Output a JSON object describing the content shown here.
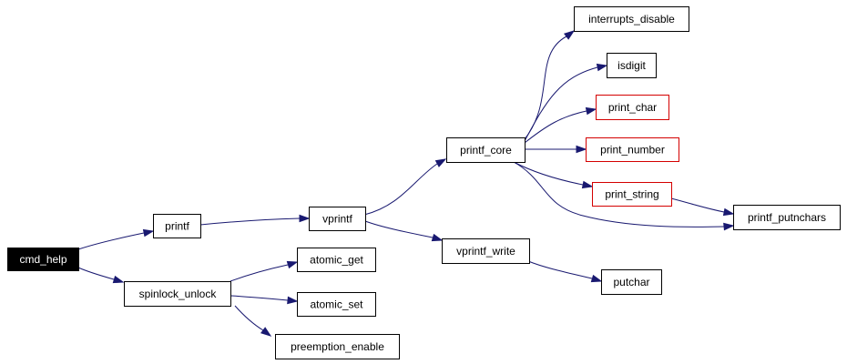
{
  "graph": {
    "edge_color": "#191970",
    "border_color": "#000000",
    "highlight_border_color": "#d40000",
    "nodes": [
      {
        "id": "cmd_help",
        "label": "cmd_help",
        "style": "root"
      },
      {
        "id": "printf",
        "label": "printf",
        "style": "normal"
      },
      {
        "id": "spinlock_unlock",
        "label": "spinlock_unlock",
        "style": "normal"
      },
      {
        "id": "vprintf",
        "label": "vprintf",
        "style": "normal"
      },
      {
        "id": "atomic_get",
        "label": "atomic_get",
        "style": "normal"
      },
      {
        "id": "atomic_set",
        "label": "atomic_set",
        "style": "normal"
      },
      {
        "id": "preemption_enable",
        "label": "preemption_enable",
        "style": "normal"
      },
      {
        "id": "printf_core",
        "label": "printf_core",
        "style": "normal"
      },
      {
        "id": "vprintf_write",
        "label": "vprintf_write",
        "style": "normal"
      },
      {
        "id": "interrupts_disable",
        "label": "interrupts_disable",
        "style": "normal"
      },
      {
        "id": "isdigit",
        "label": "isdigit",
        "style": "normal"
      },
      {
        "id": "print_char",
        "label": "print_char",
        "style": "red"
      },
      {
        "id": "print_number",
        "label": "print_number",
        "style": "red"
      },
      {
        "id": "print_string",
        "label": "print_string",
        "style": "red"
      },
      {
        "id": "printf_putnchars",
        "label": "printf_putnchars",
        "style": "normal"
      },
      {
        "id": "putchar",
        "label": "putchar",
        "style": "normal"
      }
    ],
    "edges": [
      {
        "from": "cmd_help",
        "to": "printf"
      },
      {
        "from": "cmd_help",
        "to": "spinlock_unlock"
      },
      {
        "from": "printf",
        "to": "vprintf"
      },
      {
        "from": "spinlock_unlock",
        "to": "atomic_get"
      },
      {
        "from": "spinlock_unlock",
        "to": "atomic_set"
      },
      {
        "from": "spinlock_unlock",
        "to": "preemption_enable"
      },
      {
        "from": "vprintf",
        "to": "printf_core"
      },
      {
        "from": "vprintf",
        "to": "vprintf_write"
      },
      {
        "from": "printf_core",
        "to": "interrupts_disable"
      },
      {
        "from": "printf_core",
        "to": "isdigit"
      },
      {
        "from": "printf_core",
        "to": "print_char"
      },
      {
        "from": "printf_core",
        "to": "print_number"
      },
      {
        "from": "printf_core",
        "to": "print_string"
      },
      {
        "from": "printf_core",
        "to": "printf_putnchars"
      },
      {
        "from": "print_string",
        "to": "printf_putnchars"
      },
      {
        "from": "vprintf_write",
        "to": "putchar"
      }
    ]
  }
}
